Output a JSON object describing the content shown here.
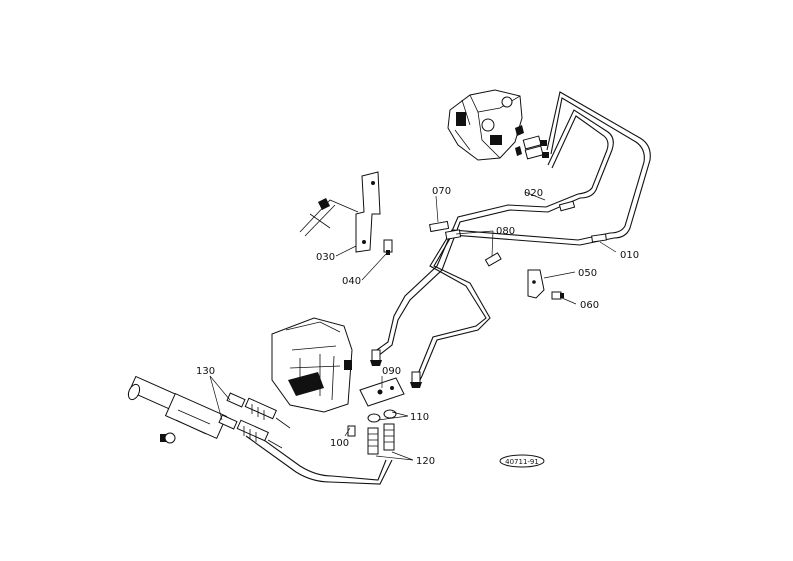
{
  "callouts": {
    "p010": "010",
    "p020": "020",
    "p030": "030",
    "p040": "040",
    "p050": "050",
    "p060": "060",
    "p070": "070",
    "p080": "080",
    "p090": "090",
    "p100": "100",
    "p110": "110",
    "p120": "120",
    "p130": "130"
  },
  "stamp": "40711-91"
}
